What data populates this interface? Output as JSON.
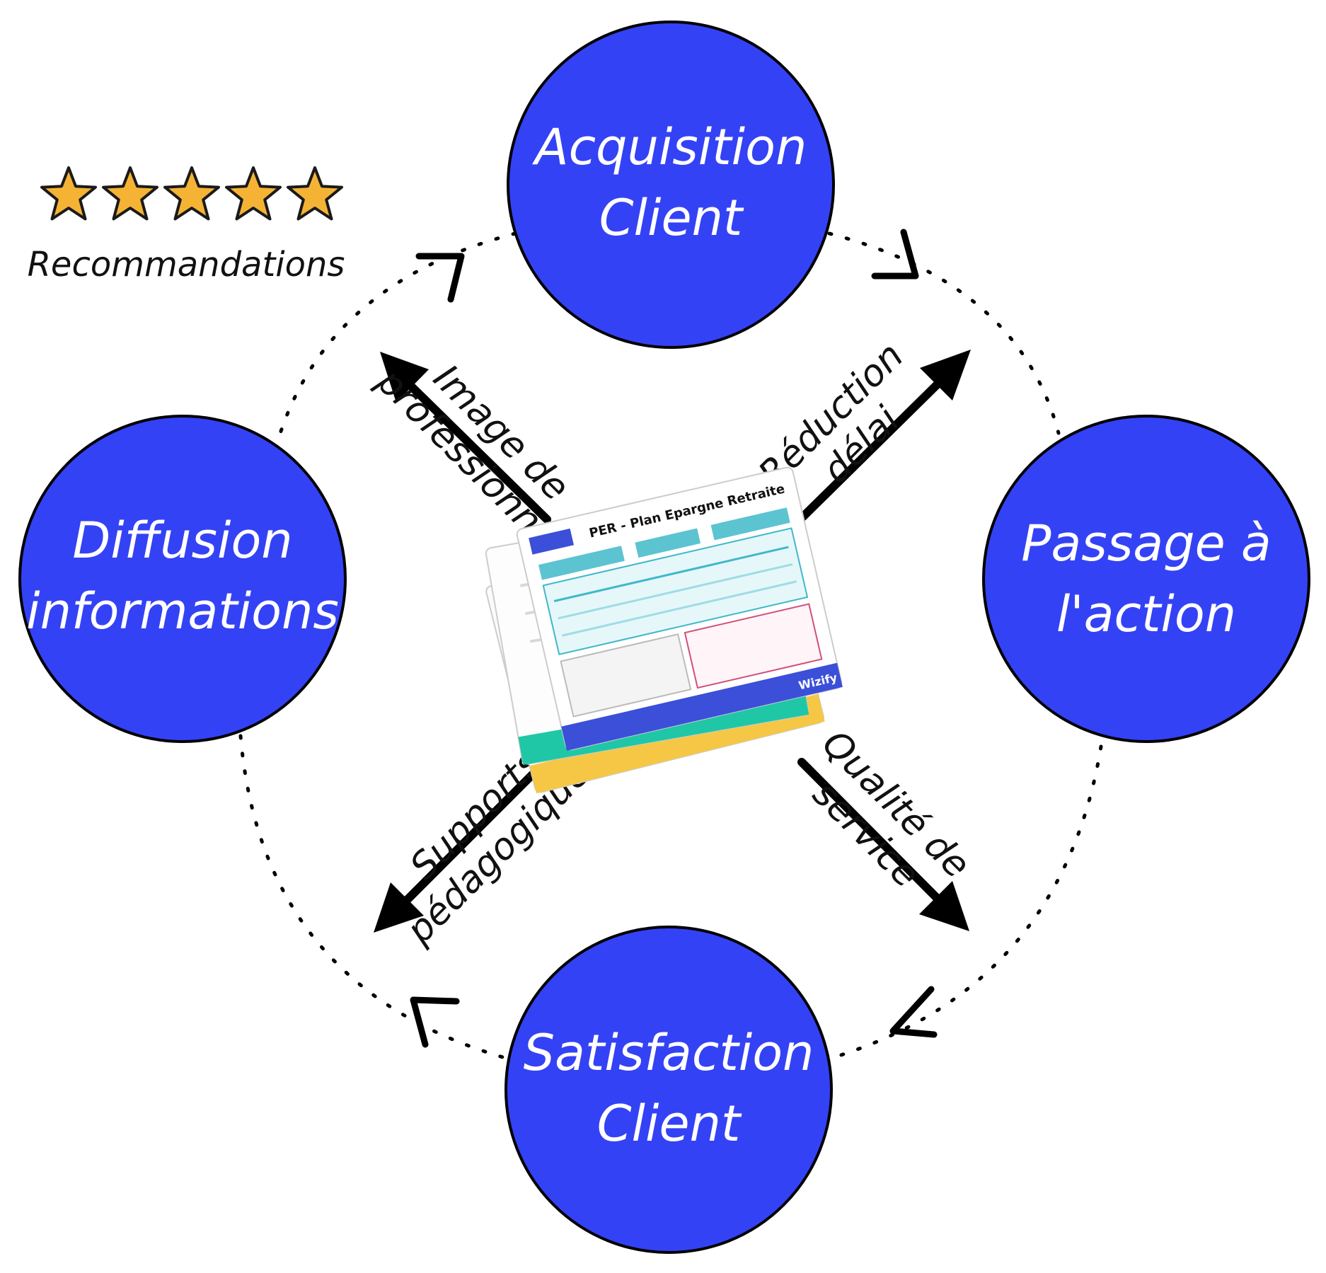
{
  "colors": {
    "node_fill": "#3442f5",
    "star_fill": "#f5b335",
    "doc_blue": "#3b4fd8",
    "doc_teal": "#1fc7a6",
    "doc_yellow": "#f6c744",
    "doc_accent_teal": "#3fb8c9"
  },
  "nodes": {
    "top": {
      "lines": [
        "Acquisition",
        "Client"
      ]
    },
    "right": {
      "lines": [
        "Passage à",
        "l'action"
      ]
    },
    "bottom": {
      "lines": [
        "Satisfaction",
        "Client"
      ]
    },
    "left": {
      "lines": [
        "Diffusion",
        "informations"
      ]
    }
  },
  "arrows": {
    "top_left": {
      "lines": [
        "Image de",
        "professionnel"
      ]
    },
    "top_right": {
      "lines": [
        "Réduction",
        "délai"
      ]
    },
    "bottom_right": {
      "lines": [
        "Qualité de",
        "service"
      ]
    },
    "bottom_left": {
      "lines": [
        "Supports",
        "pédagogiques"
      ]
    }
  },
  "recommendations": {
    "label": "Recommandations",
    "rating": 5,
    "max": 5,
    "icon": "star-icon"
  },
  "center_image": {
    "icon": "document-stack-icon",
    "title": "PER - Plan Epargne Retraite",
    "brand": "Wizify"
  }
}
